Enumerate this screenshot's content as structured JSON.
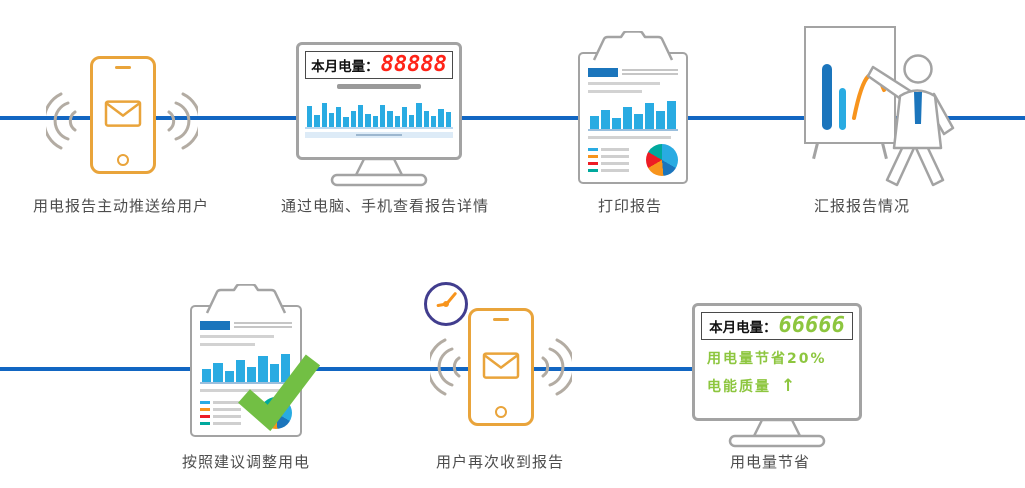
{
  "colors": {
    "flow_line": "#1266c2",
    "phone": "#e9a43b",
    "wave": "#b3aca3",
    "gray_outline": "#a3a3a3",
    "digit_red": "#ff2418",
    "digit_green": "#8dc63f",
    "bar_blue": "#29abe2",
    "bar_dark_blue": "#1b75bc",
    "orange": "#f7941d",
    "check_green": "#72bf44",
    "clock_ring": "#413d8e",
    "tie_blue": "#1b75bc"
  },
  "top_steps": [
    {
      "label": "用电报告主动推送给用户"
    },
    {
      "label": "通过电脑、手机查看报告详情"
    },
    {
      "label": "打印报告"
    },
    {
      "label": "汇报报告情况"
    }
  ],
  "bottom_steps": [
    {
      "label": "按照建议调整用电"
    },
    {
      "label": "用户再次收到报告"
    },
    {
      "label": "用电量节省"
    }
  ],
  "monitor_view": {
    "title": "本月电量：",
    "value": "88888",
    "chart_bars": [
      62,
      35,
      70,
      42,
      58,
      30,
      48,
      66,
      38,
      32,
      64,
      46,
      32,
      58,
      36,
      70,
      48,
      32,
      54,
      44
    ]
  },
  "monitor_save": {
    "title": "本月电量：",
    "value": "66666",
    "saving_line": "用电量节省20%",
    "quality_line": "电能质量",
    "up_arrow": "↑"
  },
  "report_page": {
    "bars": [
      45,
      62,
      36,
      75,
      50,
      86,
      60,
      95
    ],
    "legend_colors": [
      "#29abe2",
      "#f7941d",
      "#ed1c24",
      "#00a99d"
    ],
    "pie": [
      {
        "color": "#29abe2",
        "deg": 120
      },
      {
        "color": "#1b75bc",
        "deg": 55
      },
      {
        "color": "#f7941d",
        "deg": 65
      },
      {
        "color": "#ed1c24",
        "deg": 60
      },
      {
        "color": "#00a99d",
        "deg": 60
      }
    ]
  }
}
